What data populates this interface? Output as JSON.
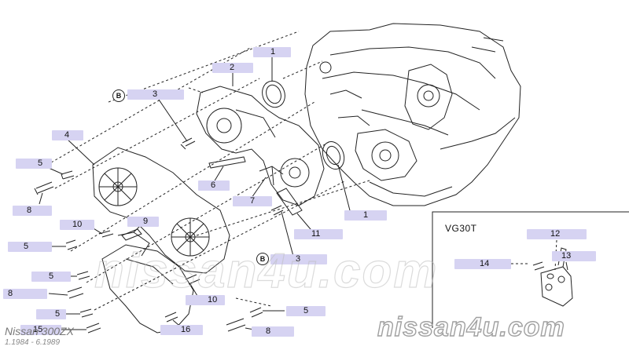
{
  "diagram": {
    "inset_label": "VG30T",
    "watermark": "nissan4u.com",
    "model": "Nissan 300ZX",
    "date_range": "1.1984 - 6.1989",
    "ref_marker": "B"
  },
  "callouts": [
    {
      "id": "c1a",
      "num": "1"
    },
    {
      "id": "c1b",
      "num": "1"
    },
    {
      "id": "c2",
      "num": "2"
    },
    {
      "id": "c3a",
      "num": "3"
    },
    {
      "id": "c3b",
      "num": "3"
    },
    {
      "id": "c4",
      "num": "4"
    },
    {
      "id": "c5a",
      "num": "5"
    },
    {
      "id": "c5b",
      "num": "5"
    },
    {
      "id": "c5c",
      "num": "5"
    },
    {
      "id": "c5d",
      "num": "5"
    },
    {
      "id": "c5e",
      "num": "5"
    },
    {
      "id": "c6",
      "num": "6"
    },
    {
      "id": "c7",
      "num": "7"
    },
    {
      "id": "c8a",
      "num": "8"
    },
    {
      "id": "c8b",
      "num": "8"
    },
    {
      "id": "c8c",
      "num": "8"
    },
    {
      "id": "c9",
      "num": "9"
    },
    {
      "id": "c10a",
      "num": "10"
    },
    {
      "id": "c10b",
      "num": "10"
    },
    {
      "id": "c11",
      "num": "11"
    },
    {
      "id": "c12",
      "num": "12"
    },
    {
      "id": "c13",
      "num": "13"
    },
    {
      "id": "c14",
      "num": "14"
    },
    {
      "id": "c15",
      "num": "15"
    },
    {
      "id": "c16",
      "num": "16"
    }
  ]
}
